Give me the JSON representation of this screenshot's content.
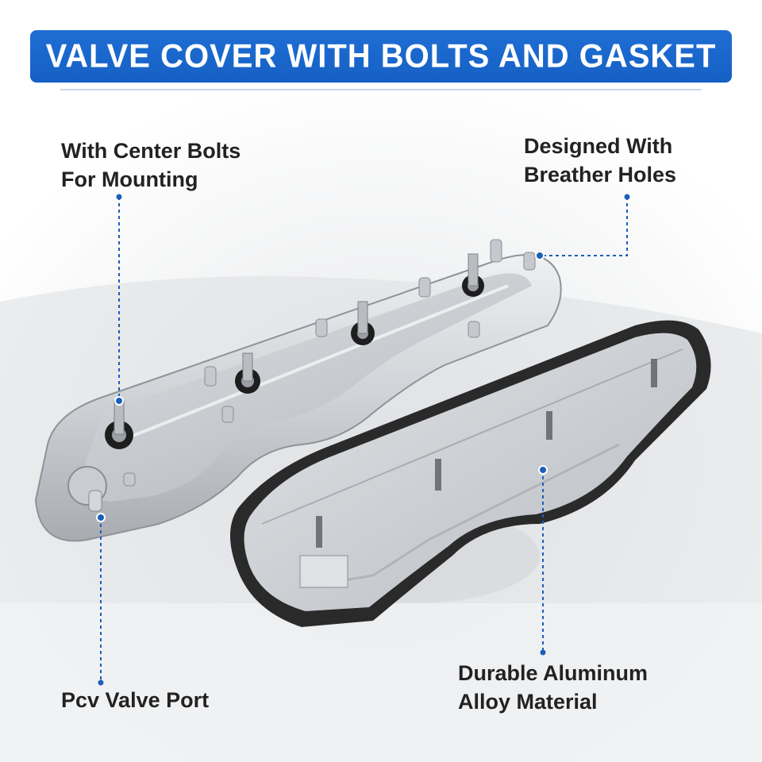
{
  "banner": {
    "title": "VALVE COVER WITH BOLTS AND GASKET"
  },
  "colors": {
    "accent": "#1f6ed4",
    "leader": "#1b5fb8",
    "text": "#222222",
    "aluminum": "#d7d9dc",
    "gasket": "#2a2a2a"
  },
  "callouts": {
    "center_bolts": {
      "line1": "With Center Bolts",
      "line2": "For Mounting"
    },
    "breather": {
      "line1": "Designed With",
      "line2": "Breather Holes"
    },
    "pcv": {
      "line1": "Pcv Valve Port"
    },
    "aluminum": {
      "line1": "Durable Aluminum",
      "line2": "Alloy Material"
    }
  },
  "products": [
    {
      "name": "valve-cover-top-view"
    },
    {
      "name": "valve-cover-underside-with-gasket"
    }
  ]
}
